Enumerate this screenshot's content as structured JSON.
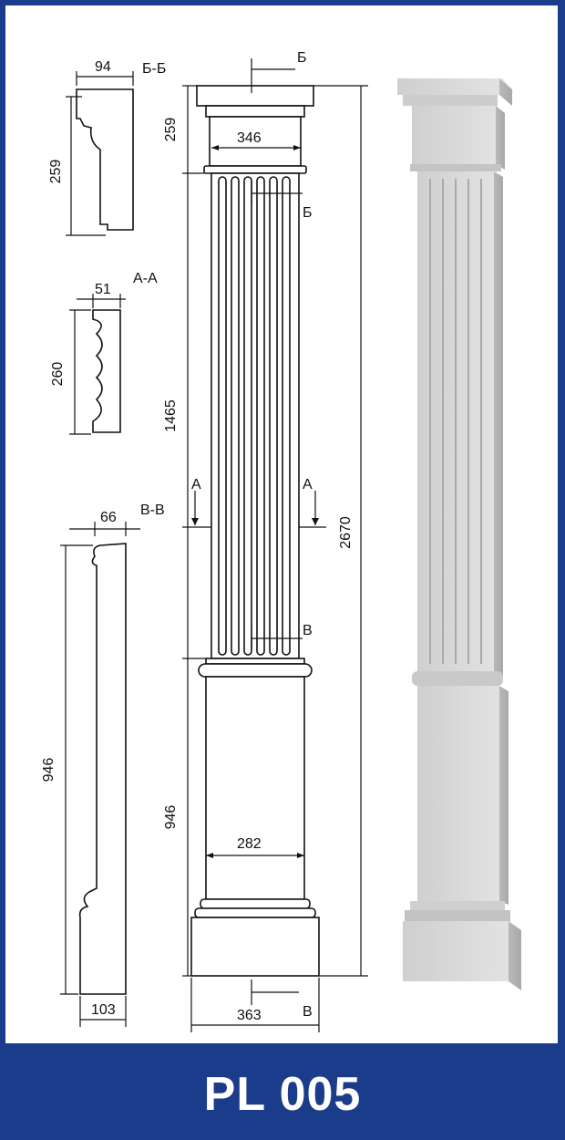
{
  "sections": {
    "bb": {
      "label": "Б-Б",
      "width": "94",
      "height": "259"
    },
    "aa": {
      "label": "А-А",
      "width": "51",
      "height": "260"
    },
    "vv": {
      "label": "В-В",
      "width_top": "66",
      "height": "946",
      "width_bottom": "103"
    }
  },
  "column": {
    "capital_height": "259",
    "capital_width": "346",
    "shaft_height": "1465",
    "base_height": "946",
    "base_width": "282",
    "plinth_width": "363",
    "total_height": "2670",
    "cut_b": "Б",
    "cut_a": "А",
    "cut_v": "В"
  },
  "product": {
    "code": "PL 005"
  },
  "colors": {
    "frame": "#1b3c8b",
    "render": "#d6d6d6"
  }
}
